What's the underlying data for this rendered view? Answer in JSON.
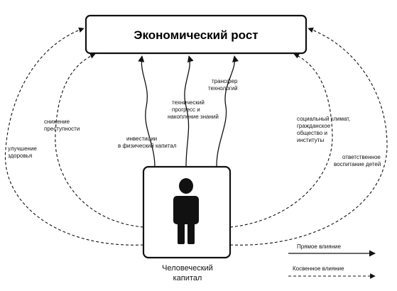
{
  "title": "Экономический рост",
  "human_capital": [
    "Человеческий",
    "капитал"
  ],
  "direct_labels": {
    "investment": [
      "инвестиции",
      "в физический капитал"
    ],
    "tech_progress": [
      "технический",
      "прогресс и",
      "накопление знаний"
    ],
    "tech_transfer": [
      "трансфер",
      "технологий"
    ]
  },
  "indirect_labels": {
    "health": [
      "улучшение",
      "здоровья"
    ],
    "crime": [
      "снижение",
      "преступности"
    ],
    "social": [
      "социальный климат,",
      "гражданское",
      "общество и",
      "институты"
    ],
    "children": [
      "ответственное",
      "воспитание детей"
    ]
  },
  "legend": {
    "direct": "Прямое влияние",
    "indirect": "Косвенное влияние"
  },
  "colors": {
    "ink": "#111111",
    "background": "#ffffff"
  },
  "icons": {
    "person": "person-silhouette-icon"
  }
}
